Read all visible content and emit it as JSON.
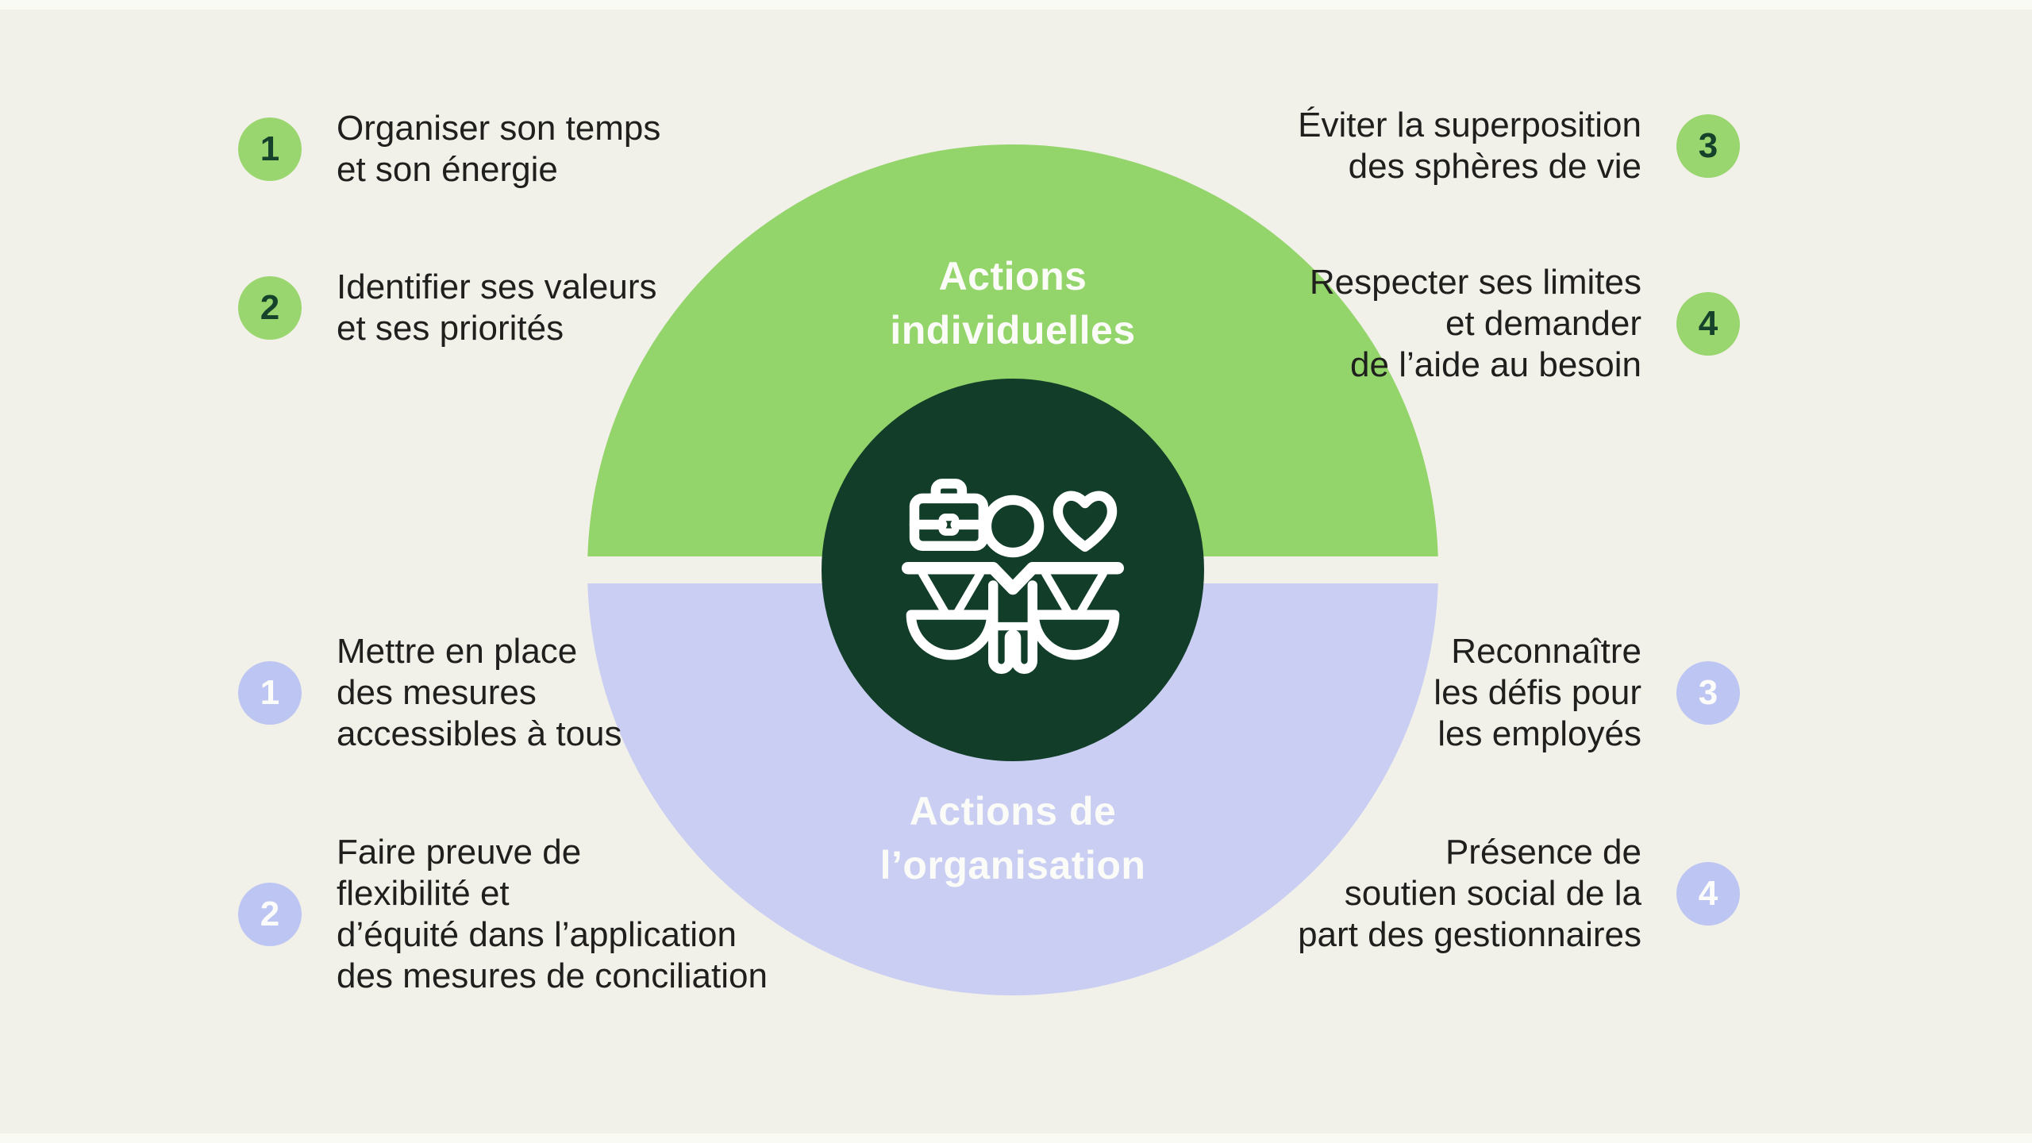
{
  "palette": {
    "background": "#F2F1E9",
    "green_half": "#93D46B",
    "lavender_half": "#C9CEF2",
    "dark_green_circle": "#123D28",
    "green_badge": "#9AD66F",
    "lavender_badge": "#BDC6F2",
    "badge_number_green": "#16422B",
    "badge_number_white": "#FCFCFA",
    "body_text": "#1F1F1D",
    "label_text": "#FBFBF7",
    "icon_stroke": "#FFFFFF"
  },
  "center": {
    "individual_label": "Actions\nindividuelles",
    "organization_label": "Actions de\nl’organisation",
    "icon": "work-life-balance-scales"
  },
  "items": {
    "individual_left": [
      {
        "number": "1",
        "text": "Organiser son temps\net son énergie"
      },
      {
        "number": "2",
        "text": "Identifier ses valeurs\net ses priorités"
      }
    ],
    "individual_right": [
      {
        "number": "3",
        "text": "Éviter la superposition\ndes sphères de vie"
      },
      {
        "number": "4",
        "text": "Respecter ses limites\net demander\nde l’aide au besoin"
      }
    ],
    "organization_left": [
      {
        "number": "1",
        "text": "Mettre en place\ndes mesures\naccessibles à tous"
      },
      {
        "number": "2",
        "text": "Faire preuve de\nflexibilité et\nd’équité dans l’application\ndes mesures de conciliation"
      }
    ],
    "organization_right": [
      {
        "number": "3",
        "text": "Reconnaître\nles défis pour\nles employés"
      },
      {
        "number": "4",
        "text": "Présence de\nsoutien social de la\npart des gestionnaires"
      }
    ]
  }
}
